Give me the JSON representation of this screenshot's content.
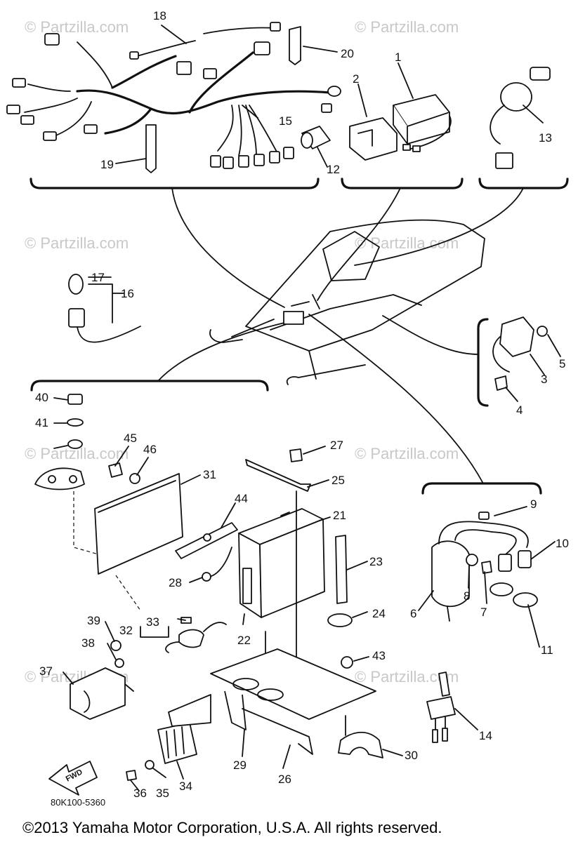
{
  "watermark": "© Partzilla.com",
  "callouts": [
    "1",
    "2",
    "3",
    "4",
    "5",
    "6",
    "7",
    "8",
    "9",
    "10",
    "11",
    "12",
    "13",
    "14",
    "15",
    "16",
    "17",
    "18",
    "19",
    "20",
    "21",
    "22",
    "23",
    "24",
    "25",
    "26",
    "27",
    "28",
    "29",
    "30",
    "31",
    "32",
    "33",
    "34",
    "35",
    "36",
    "37",
    "38",
    "39",
    "40",
    "41",
    "43",
    "44",
    "45",
    "46"
  ],
  "part_code": "80K100-5360",
  "fwd_label": "FWD",
  "copyright": "©2013  Yamaha Motor Corporation, U.S.A. All rights reserved."
}
